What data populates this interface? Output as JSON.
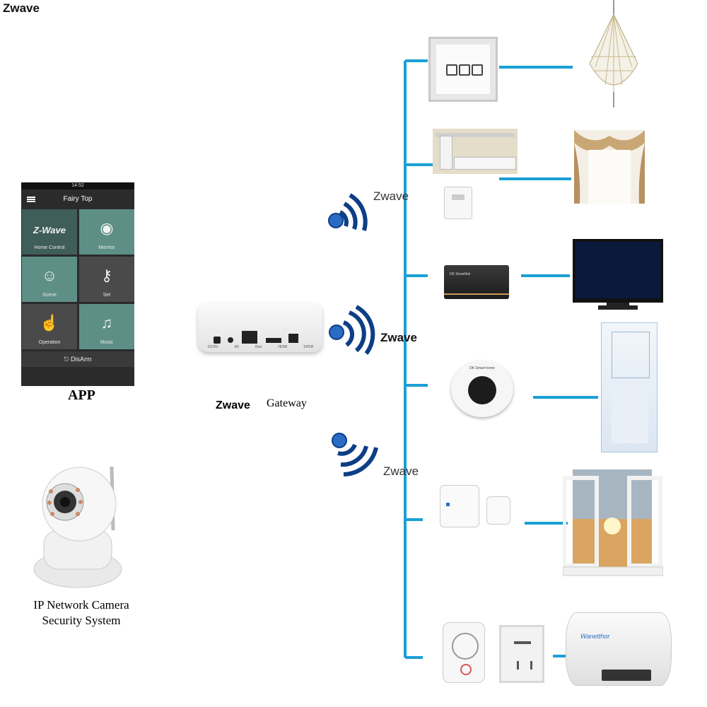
{
  "header": {
    "title": "Zwave"
  },
  "app": {
    "caption": "APP",
    "status_time": "14:52",
    "title": "Fairy Top",
    "tiles": [
      {
        "label": "Home Control",
        "icon": "z-wave-logo-icon",
        "logo_text": "Z-Wave"
      },
      {
        "label": "Monitor",
        "icon": "camera-icon"
      },
      {
        "label": "Scene",
        "icon": "people-icon"
      },
      {
        "label": "Set",
        "icon": "key-icon"
      },
      {
        "label": "Operation",
        "icon": "hand-icon"
      },
      {
        "label": "Music",
        "icon": "music-icon"
      }
    ],
    "disarm_label": "DisArm"
  },
  "camera": {
    "caption_line1": "IP Network Camera",
    "caption_line2": "Security System"
  },
  "gateway": {
    "caption_bold": "Zwave",
    "caption": "Gateway",
    "ports": [
      "DC/5V",
      "AV",
      "Ran",
      "HDMI",
      "SPDIF"
    ]
  },
  "wireless_labels": [
    "Zwave",
    "Zwave",
    "Zwave"
  ],
  "devices": {
    "wall_switch": {
      "icon": "wall-switch-icon"
    },
    "curtain_motor": {
      "icon": "curtain-motor-icon"
    },
    "ir_blaster": {
      "icon": "ir-blaster-icon",
      "text": "DK Smartlink"
    },
    "smoke_sensor": {
      "icon": "smoke-sensor-icon",
      "text": "DK Smart home"
    },
    "door_sensor": {
      "icon": "door-sensor-icon"
    },
    "smart_plug": {
      "icon": "smart-plug-icon"
    }
  },
  "appliances": {
    "water_heater_brand": "Wanetthor"
  },
  "colors": {
    "line": "#1a9fd6",
    "tile_teal": "#5e8f86",
    "wave_blue": "#1a5fb4"
  }
}
